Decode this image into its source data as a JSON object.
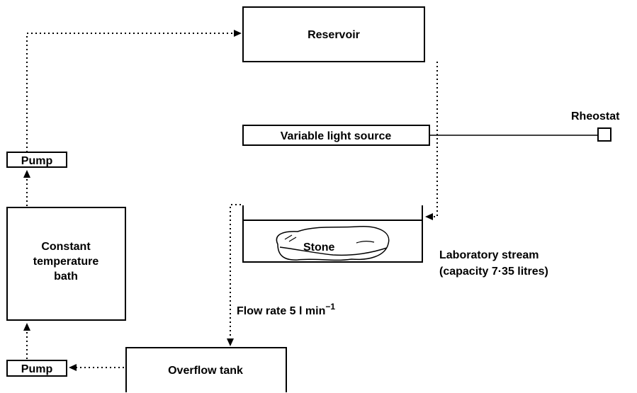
{
  "components": {
    "reservoir": "Reservoir",
    "light_source": "Variable light source",
    "rheostat": "Rheostat",
    "pump_upper": "Pump",
    "pump_lower": "Pump",
    "bath_line1": "Constant",
    "bath_line2": "temperature",
    "bath_line3": "bath",
    "stone": "Stone",
    "overflow_tank": "Overflow tank"
  },
  "annotations": {
    "stream_line1": "Laboratory stream",
    "stream_line2": "(capacity 7·35 litres)",
    "flow_rate": "Flow rate 5 l min",
    "flow_rate_exp": "−1"
  }
}
